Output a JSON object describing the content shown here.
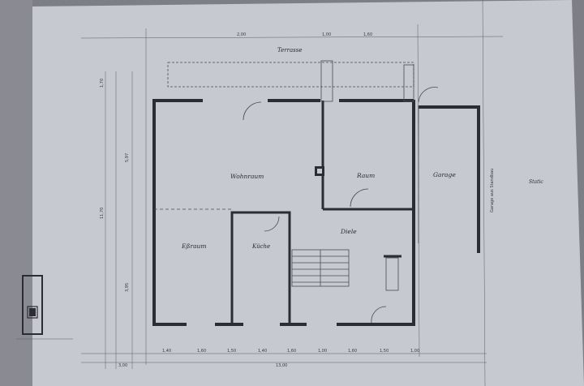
{
  "rooms": {
    "terrace": "Terrasse",
    "living": "Wohnraum",
    "room": "Raum",
    "garage": "Garage",
    "dining": "Eßraum",
    "kitchen": "Küche",
    "hall": "Diele"
  },
  "dimensions": {
    "bottom_total": "13,00",
    "bottom_left": "3,00",
    "bottom_row": [
      "1,40",
      "1,60",
      "1,50",
      "1,40",
      "1,60",
      "1,00",
      "1,60",
      "1,50",
      "1,00"
    ],
    "left_side": [
      "1,70",
      "11,70",
      "5,97",
      "3,95"
    ],
    "top_row": [
      "2,00",
      "1,60",
      "1,00"
    ]
  },
  "annotations": {
    "garage_side": "Garage aus Standbau",
    "stamp": "Static"
  },
  "colors": {
    "paper": "#c9cbd3",
    "background": "#7e7f86",
    "ink": "#2c2d33"
  }
}
